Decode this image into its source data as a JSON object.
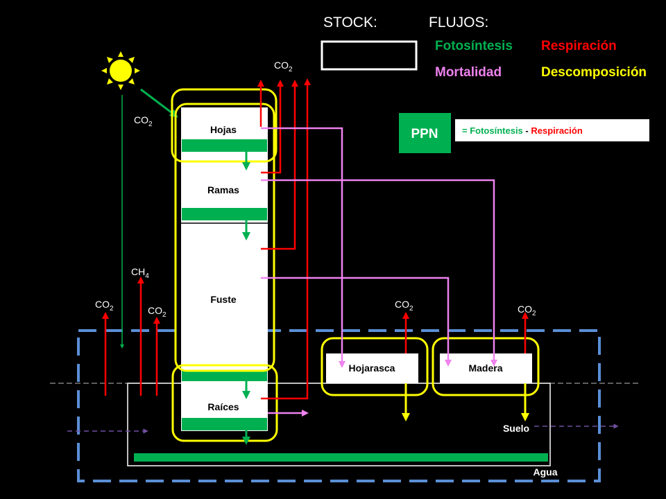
{
  "header": {
    "stock_label": "STOCK:",
    "flujos_label": "FLUJOS:"
  },
  "legend": {
    "fotosintesis": "Fotosíntesis",
    "respiracion": "Respiración",
    "mortalidad": "Mortalidad",
    "descomposicion": "Descomposición"
  },
  "ppn": {
    "label": "PPN",
    "eq_prefix": "= ",
    "eq_foto": "Fotosíntesis",
    "eq_minus": " - ",
    "eq_resp": "Respiración"
  },
  "compartments": {
    "hojas": "Hojas",
    "ramas": "Ramas",
    "fuste": "Fuste",
    "raices": "Raíces",
    "hojarasca": "Hojarasca",
    "madera": "Madera",
    "suelo": "Suelo",
    "agua": "Agua"
  },
  "gases": {
    "co2_base": "CO",
    "co2_sub": "2",
    "ch4_base": "CH",
    "ch4_sub": "4"
  },
  "colors": {
    "fotosintesis": "#00b050",
    "respiracion": "#ff0000",
    "mortalidad": "#ee82ee",
    "descomposicion": "#ffff00",
    "highlight": "#ffff00",
    "dashed_box": "#5b8fd6",
    "flow_dashed": "#7050a0",
    "background": "#000000"
  }
}
